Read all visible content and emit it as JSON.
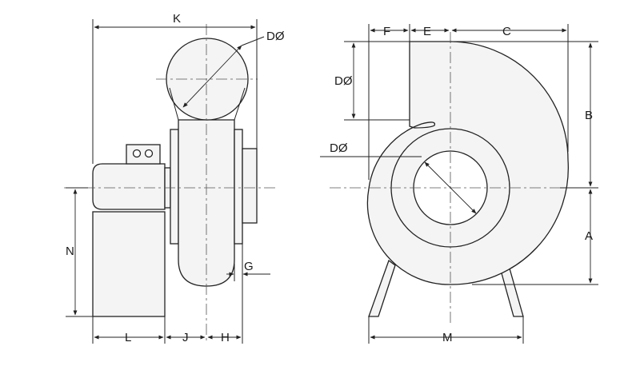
{
  "drawing": {
    "side_view": {
      "labels": {
        "K": "K",
        "D": "DØ",
        "N": "N",
        "G": "G",
        "L": "L",
        "J": "J",
        "H": "H"
      }
    },
    "front_view": {
      "labels": {
        "F": "F",
        "E": "E",
        "C": "C",
        "D_outlet": "DØ",
        "D_inlet": "DØ",
        "B": "B",
        "A": "A",
        "M": "M"
      }
    }
  }
}
